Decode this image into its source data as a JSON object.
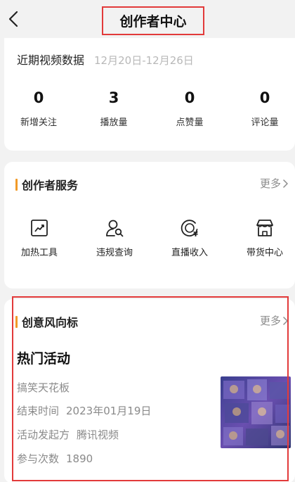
{
  "header": {
    "title": "创作者中心",
    "back_icon": "chevron-left-icon"
  },
  "stats": {
    "title": "近期视频数据",
    "date_range": "12月20日-12月26日",
    "items": [
      {
        "value": "0",
        "label": "新增关注"
      },
      {
        "value": "3",
        "label": "播放量"
      },
      {
        "value": "0",
        "label": "点赞量"
      },
      {
        "value": "0",
        "label": "评论量"
      }
    ]
  },
  "services": {
    "title": "创作者服务",
    "more": "更多",
    "items": [
      {
        "label": "加热工具",
        "icon": "trend-chart-icon"
      },
      {
        "label": "违规查询",
        "icon": "user-search-icon"
      },
      {
        "label": "直播收入",
        "icon": "live-income-icon"
      },
      {
        "label": "带货中心",
        "icon": "shop-icon"
      }
    ]
  },
  "trends": {
    "title": "创意风向标",
    "more": "更多",
    "activity": {
      "heading": "热门活动",
      "name": "搞笑天花板",
      "end_label": "结束时间",
      "end_value": "2023年01月19日",
      "sponsor_label": "活动发起方",
      "sponsor_value": "腾讯视频",
      "count_label": "参与次数",
      "count_value": "1890"
    }
  },
  "colors": {
    "accent_bar": "#f19a28",
    "highlight_frame": "#e23a3a"
  }
}
